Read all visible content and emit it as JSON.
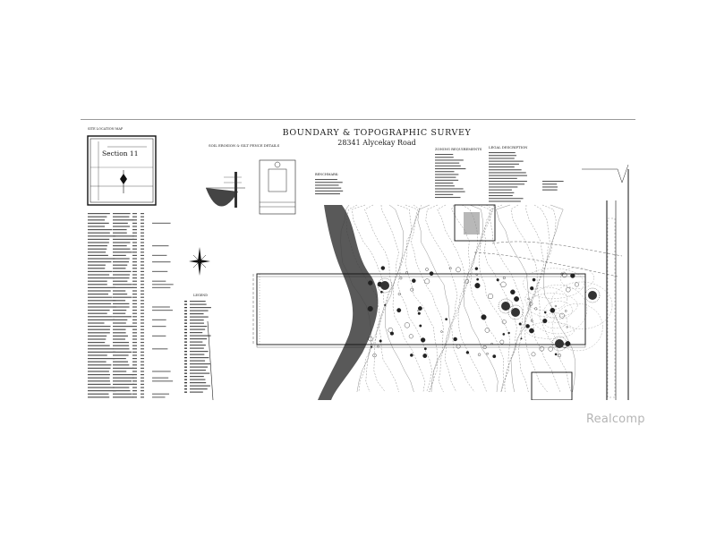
{
  "survey": {
    "title": "BOUNDARY & TOPOGRAPHIC SURVEY",
    "address": "28341 Alycekay Road"
  },
  "site_map": {
    "heading": "SITE LOCATION MAP",
    "section_label": "Section 11"
  },
  "details": {
    "soil_heading": "SOIL EROSION & SILT FENCE DETAILS"
  },
  "notes": {
    "benchmark_heading": "BENCHMARK:",
    "zoning_heading": "ZONING REQUIREMENTS",
    "legal_heading": "LEGAL DESCRIPTION"
  },
  "legend": {
    "heading": "LEGEND"
  },
  "watermark": "Realcomp"
}
